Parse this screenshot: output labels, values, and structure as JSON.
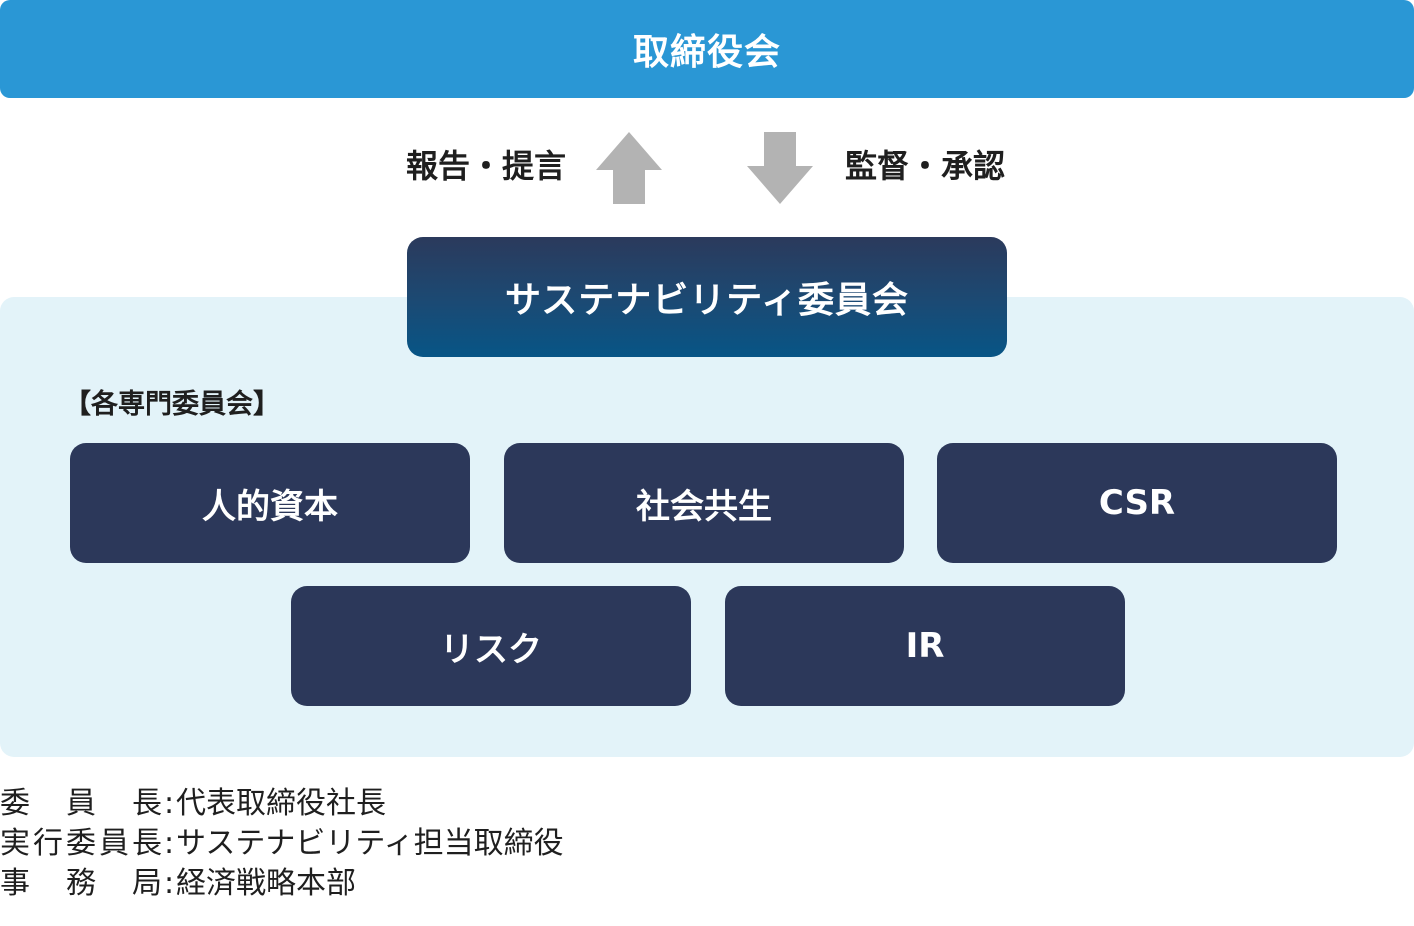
{
  "board": {
    "label": "取締役会"
  },
  "flows": {
    "up_label": "報告・提言",
    "down_label": "監督・承認",
    "arrow_color": "#b3b3b3"
  },
  "sustainability_committee": {
    "label": "サステナビリティ委員会"
  },
  "subcommittees": {
    "heading": "【各専門委員会】",
    "items": [
      "人的資本",
      "社会共生",
      "CSR",
      "リスク",
      "IR"
    ]
  },
  "info": [
    {
      "key": "委員長",
      "value": "代表取締役社長"
    },
    {
      "key": "実行委員長",
      "value": "サステナビリティ担当取締役"
    },
    {
      "key": "事務局",
      "value": "経済戦略本部"
    }
  ],
  "colors": {
    "board": "#2a97d5",
    "panel": "#e3f3f9",
    "committee": "#2c385a",
    "sustainability_gradient_end": "#075586"
  }
}
